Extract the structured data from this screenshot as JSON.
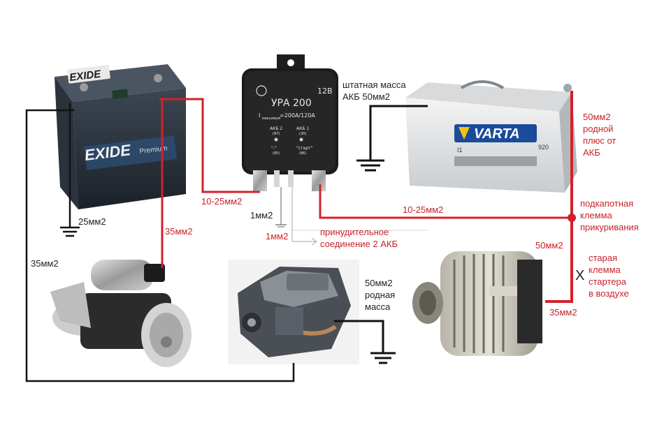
{
  "battery_left": {
    "brand": "EXIDE",
    "sub": "Premium"
  },
  "battery_right": {
    "brand": "VARTA",
    "code": "I1",
    "number": "920"
  },
  "relay": {
    "model": "УРА 200",
    "voltage": "12В",
    "rating_prefix": "I",
    "rating_sub": "максимум",
    "rating": "=200А/120А",
    "term1": "АКБ 2",
    "term1_sub": "(87)",
    "term2": "АКБ 1",
    "term2_sub": "(30)",
    "term3": "\"-\"",
    "term3_sub": "(85)",
    "term4": "\"старт\"",
    "term4_sub": "(86)"
  },
  "labels": {
    "native_ground_line1": "штатная масса",
    "native_ground_line2": "АКБ 50мм2",
    "plus_50_line1": "50мм2",
    "plus_50_line2": "родной",
    "plus_50_line3": "плюс от",
    "plus_50_line4": "АКБ",
    "hood_terminal_line1": "подкапотная",
    "hood_terminal_line2": "клемма",
    "hood_terminal_line3": "прикуривания",
    "wire_50_alt": "50мм2",
    "old_terminal_line1": "старая",
    "old_terminal_line2": "клемма",
    "old_terminal_line3": "стартера",
    "old_terminal_line4": "в воздухе",
    "wire_35_right": "35мм2",
    "wire_10_25_left": "10-25мм2",
    "wire_10_25_mid": "10-25мм2",
    "wire_1_black": "1мм2",
    "wire_1_red": "1мм2",
    "forced_line1": "принудительное",
    "forced_line2": "соединение 2 АКБ",
    "wire_25": "25мм2",
    "wire_35_mid": "35мм2",
    "wire_35_left": "35мм2",
    "engine_ground_line1": "50мм2",
    "engine_ground_line2": "родная",
    "engine_ground_line3": "масса",
    "x_mark": "X"
  },
  "colors": {
    "wire_red": "#d4202b",
    "wire_black": "#111111",
    "label_red": "#c8232b"
  }
}
